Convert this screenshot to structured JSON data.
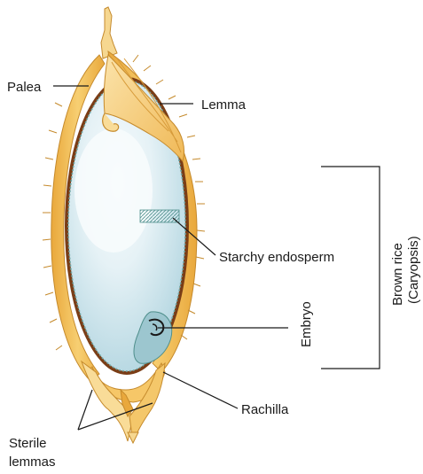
{
  "labels": {
    "palea": "Palea",
    "lemma": "Lemma",
    "starchy_endosperm": "Starchy endosperm",
    "embryo": "Embryo",
    "rachilla": "Rachilla",
    "sterile_lemmas_line1": "Sterile",
    "sterile_lemmas_line2": "lemmas",
    "brown_rice_line1": "Brown rice",
    "brown_rice_line2": "(Caryopsis)"
  },
  "colors": {
    "hull": "#f3bf55",
    "hull_light": "#f9dc98",
    "hull_dark": "#d9962a",
    "seed_coat": "#7a3d16",
    "endosperm": "#cfe6ee",
    "endosperm_highlight": "#f4fafc",
    "aleurone": "#6fa7a6",
    "embryo": "#9cc6cf"
  }
}
